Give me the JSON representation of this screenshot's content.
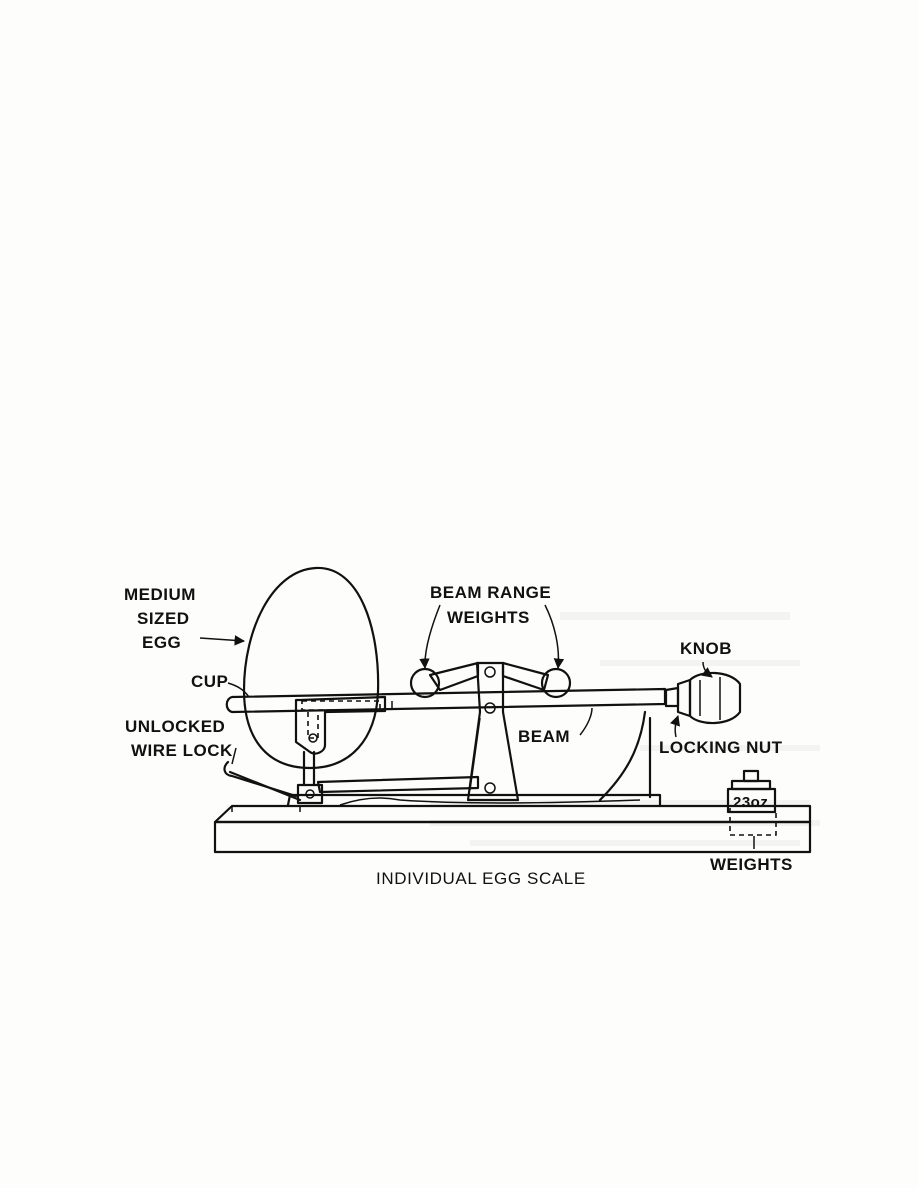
{
  "figure": {
    "labels": {
      "medium_sized_egg_line1": "MEDIUM",
      "medium_sized_egg_line2": "SIZED",
      "medium_sized_egg_line3": "EGG",
      "beam_range_weights_line1": "BEAM RANGE",
      "beam_range_weights_line2": "WEIGHTS",
      "knob": "KNOB",
      "cup": "CUP",
      "unlocked_wire_lock_line1": "UNLOCKED",
      "unlocked_wire_lock_line2": "WIRE LOCK",
      "beam": "BEAM",
      "locking_nut": "LOCKING NUT",
      "weight_marking": "23oz",
      "weights": "WEIGHTS"
    },
    "caption": "INDIVIDUAL EGG SCALE"
  }
}
